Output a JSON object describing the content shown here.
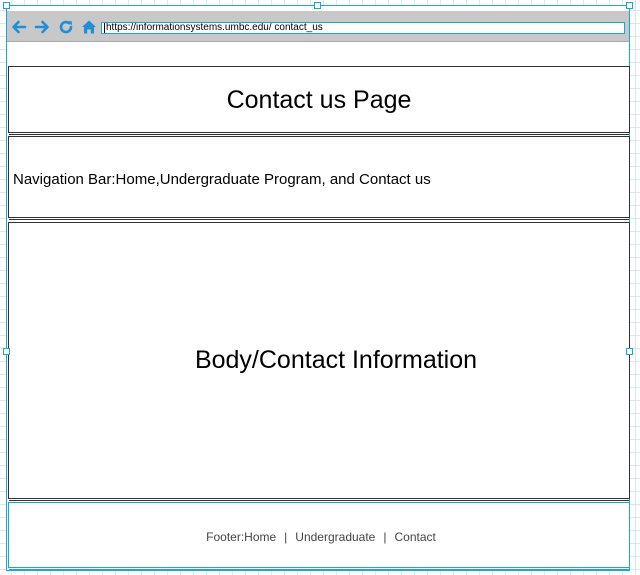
{
  "browser": {
    "url": "https://informationsystems.umbc.edu/ contact_us",
    "back_icon": "arrow-left-icon",
    "forward_icon": "arrow-right-icon",
    "reload_icon": "reload-icon",
    "home_icon": "home-icon",
    "icon_color": "#1e8fd6"
  },
  "header": {
    "title": "Contact us Page"
  },
  "navbar": {
    "text": "Navigation Bar:Home,Undergraduate Program, and Contact us"
  },
  "body": {
    "text": "Body/Contact Information"
  },
  "footer": {
    "label": "Footer:",
    "links": [
      "Home",
      "Undergraduate",
      "Contact"
    ],
    "separator": "|"
  },
  "colors": {
    "selection": "#19a6d8",
    "grid": "#d4e7f3",
    "toolbar": "#c8c8c8"
  }
}
